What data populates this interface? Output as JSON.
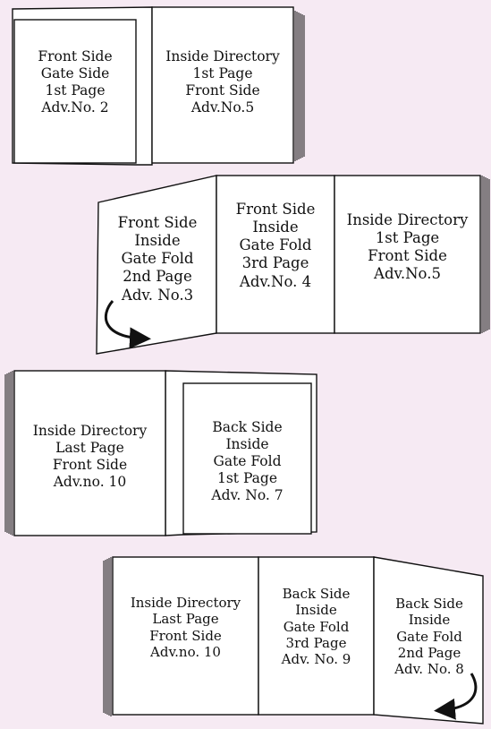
{
  "diagram1": {
    "flap": [
      "Front Side",
      "Gate Side",
      "1st Page",
      "Adv.No. 2"
    ],
    "page": [
      "Inside Directory",
      "1st Page",
      "Front Side",
      "Adv.No.5"
    ]
  },
  "diagram2": {
    "flap": [
      "Front Side",
      "Inside",
      "Gate Fold",
      "2nd Page",
      "Adv. No.3"
    ],
    "middle": [
      "Front Side",
      "Inside",
      "Gate Fold",
      "3rd Page",
      "Adv.No. 4"
    ],
    "right": [
      "Inside Directory",
      "1st Page",
      "Front Side",
      "Adv.No.5"
    ]
  },
  "diagram3": {
    "left": [
      "Inside Directory",
      "Last Page",
      "Front Side",
      "Adv.no. 10"
    ],
    "flap": [
      "Back Side",
      "Inside",
      "Gate Fold",
      "1st Page",
      "Adv. No. 7"
    ]
  },
  "diagram4": {
    "left": [
      "Inside Directory",
      "Last Page",
      "Front Side",
      "Adv.no. 10"
    ],
    "middle": [
      "Back Side",
      "Inside",
      "Gate Fold",
      "3rd Page",
      "Adv. No. 9"
    ],
    "flap": [
      "Back Side",
      "Inside",
      "Gate Fold",
      "2nd Page",
      "Adv. No. 8"
    ]
  }
}
